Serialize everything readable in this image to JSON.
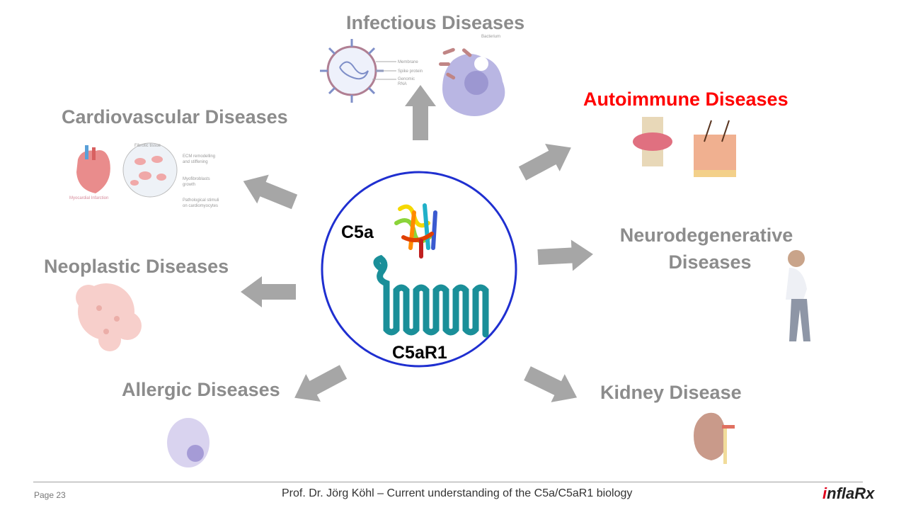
{
  "diagram": {
    "center": {
      "ligand": "C5a",
      "receptor": "C5aR1",
      "circle_color": "#1f2fd0"
    },
    "diseases": [
      {
        "label": "Infectious Diseases",
        "highlight": false
      },
      {
        "label": "Autoimmune Diseases",
        "highlight": true
      },
      {
        "label": "Cardiovascular Diseases",
        "highlight": false
      },
      {
        "label": "Neurodegenerative Diseases",
        "highlight": false
      },
      {
        "label": "Neoplastic Diseases",
        "highlight": false
      },
      {
        "label": "Allergic Diseases",
        "highlight": false
      },
      {
        "label": "Kidney Disease",
        "highlight": false
      }
    ],
    "neuro_lines": [
      "Neurodegenerative",
      "Diseases"
    ],
    "illustration_labels": {
      "virus": [
        "Membrane",
        "Spike protein",
        "Genomic",
        "RNA"
      ],
      "bacterium": "Bacterium",
      "cardio": [
        "Fibrotic tissue",
        "ECM remodelling",
        "and stiffening",
        "Myofibroblasts",
        "growth",
        "Pathological stimuli",
        "on cardiomyocytes",
        "Myocardial Infarction"
      ]
    },
    "colors": {
      "title_gray": "#8c8c8c",
      "highlight_red": "#ff0000",
      "arrow_gray": "#a6a6a6"
    }
  },
  "footer": {
    "page": "Page 23",
    "credit": "Prof. Dr. Jörg Köhl – Current understanding of the C5a/C5aR1 biology",
    "logo_i": "i",
    "logo_rest": "nflaRx"
  }
}
